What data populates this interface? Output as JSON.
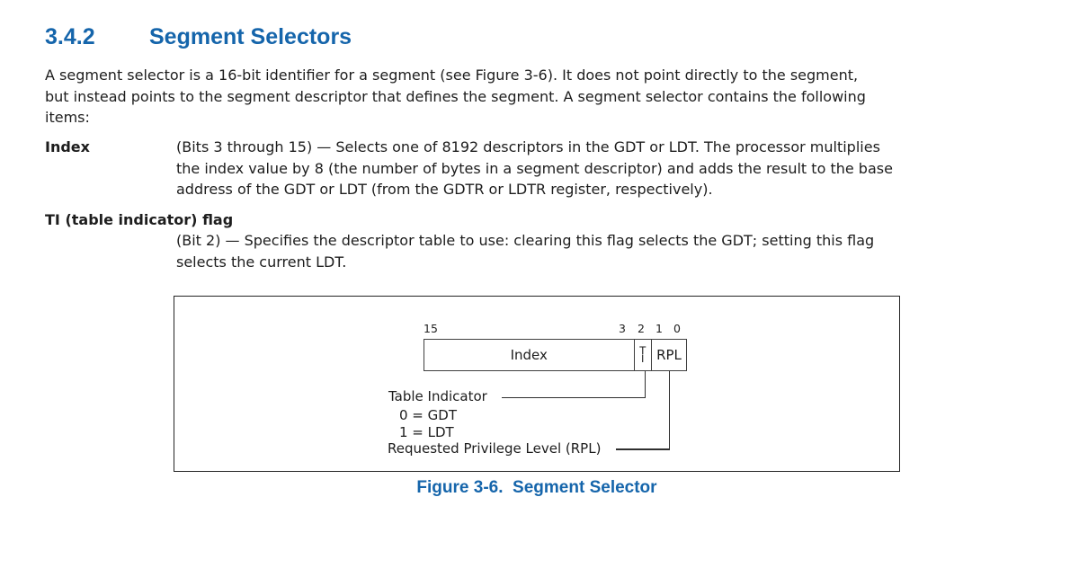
{
  "colors": {
    "accent_blue": "#1565ab",
    "body_text": "#1d1d1d",
    "background": "#ffffff",
    "diagram_lines": "#3f3f3f"
  },
  "section": {
    "number": "3.4.2",
    "title": "Segment Selectors",
    "intro": "A segment selector is a 16-bit identifier for a segment (see Figure 3-6). It does not point directly to the segment,\nbut instead points to the segment descriptor that defines the segment. A segment selector contains the following\nitems:"
  },
  "definitions": [
    {
      "term": "Index",
      "description": "(Bits 3 through 15) — Selects one of 8192 descriptors in the GDT or LDT. The processor multiplies\nthe index value by 8 (the number of bytes in a segment descriptor) and adds the result to the base\naddress of the GDT or LDT (from the GDTR or LDTR register, respectively)."
    },
    {
      "term": "TI (table indicator) flag",
      "description": "(Bit 2) — Specifies the descriptor table to use: clearing this flag selects the GDT; setting this flag\nselects the current LDT."
    }
  ],
  "figure": {
    "caption": "Figure 3-6.  Segment Selector",
    "register": {
      "bit_high": "15",
      "bit_labels_right": [
        "3",
        "2",
        "1",
        "0"
      ],
      "fields": [
        {
          "name": "Index",
          "bits": "15:3"
        },
        {
          "name": "TI",
          "bits": "2",
          "label_lines": [
            "T",
            "I"
          ]
        },
        {
          "name": "RPL",
          "bits": "1:0"
        }
      ]
    },
    "annotations": {
      "table_indicator_label": "Table Indicator",
      "ti_values": [
        "0 = GDT",
        "1 = LDT"
      ],
      "rpl_label": "Requested Privilege Level (RPL)"
    }
  }
}
